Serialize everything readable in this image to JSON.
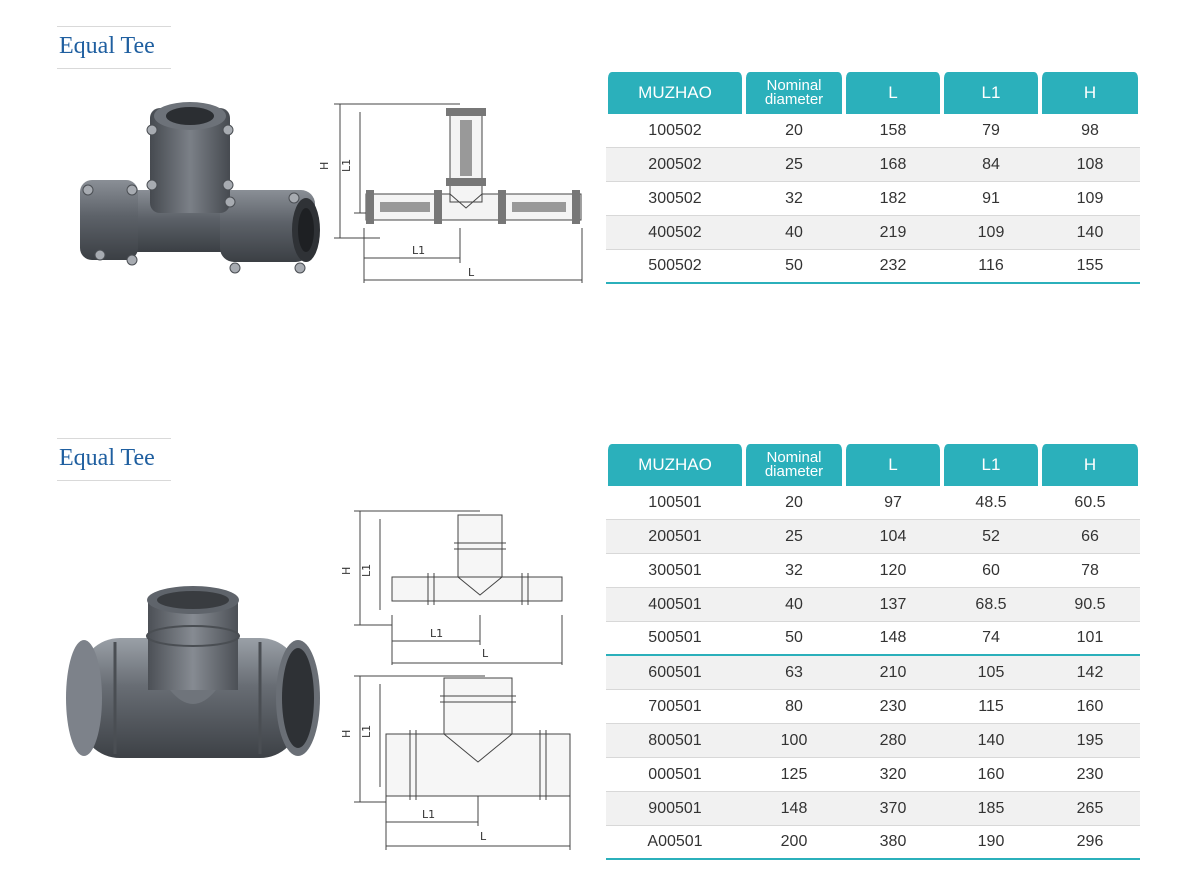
{
  "sections": [
    {
      "title": "Equal Tee",
      "headers": [
        "MUZHAO",
        "Nominal diameter",
        "L",
        "L1",
        "H"
      ],
      "rows": [
        [
          "100502",
          "20",
          "158",
          "79",
          "98"
        ],
        [
          "200502",
          "25",
          "168",
          "84",
          "108"
        ],
        [
          "300502",
          "32",
          "182",
          "91",
          "109"
        ],
        [
          "400502",
          "40",
          "219",
          "109",
          "140"
        ],
        [
          "500502",
          "50",
          "232",
          "116",
          "155"
        ]
      ],
      "dims": {
        "h": "H",
        "l1": "L1",
        "l": "L"
      }
    },
    {
      "title": "Equal Tee",
      "headers": [
        "MUZHAO",
        "Nominal diameter",
        "L",
        "L1",
        "H"
      ],
      "rows": [
        [
          "100501",
          "20",
          "97",
          "48.5",
          "60.5"
        ],
        [
          "200501",
          "25",
          "104",
          "52",
          "66"
        ],
        [
          "300501",
          "32",
          "120",
          "60",
          "78"
        ],
        [
          "400501",
          "40",
          "137",
          "68.5",
          "90.5"
        ],
        [
          "500501",
          "50",
          "148",
          "74",
          "101"
        ],
        [
          "600501",
          "63",
          "210",
          "105",
          "142"
        ],
        [
          "700501",
          "80",
          "230",
          "115",
          "160"
        ],
        [
          "800501",
          "100",
          "280",
          "140",
          "195"
        ],
        [
          "000501",
          "125",
          "320",
          "160",
          "230"
        ],
        [
          "900501",
          "148",
          "370",
          "185",
          "265"
        ],
        [
          "A00501",
          "200",
          "380",
          "190",
          "296"
        ]
      ],
      "dims": {
        "h": "H",
        "l1": "L1",
        "l": "L"
      }
    }
  ],
  "colors": {
    "header": "#2bb0bb",
    "title": "#1f5fa0",
    "pipe": "#5d6269"
  }
}
